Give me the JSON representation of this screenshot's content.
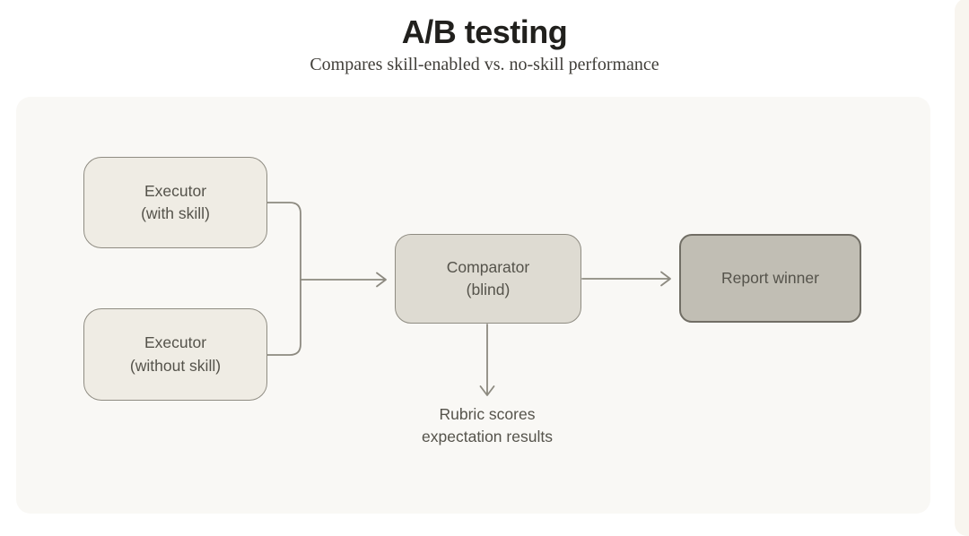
{
  "header": {
    "title": "A/B testing",
    "subtitle": "Compares skill-enabled vs. no-skill performance"
  },
  "diagram": {
    "nodes": {
      "executor_with_skill": {
        "line1": "Executor",
        "line2": "(with skill)"
      },
      "executor_without_skill": {
        "line1": "Executor",
        "line2": "(without skill)"
      },
      "comparator": {
        "line1": "Comparator",
        "line2": "(blind)"
      },
      "report_winner": {
        "label": "Report winner"
      }
    },
    "output": {
      "line1": "Rubric scores",
      "line2": "expectation results"
    }
  },
  "colors": {
    "page_bg": "#FFFFFF",
    "panel_bg": "#F9F8F5",
    "next_card_bg": "#F8F5EF",
    "node_light_bg": "#EFECE4",
    "node_mid_bg": "#DEDBD2",
    "node_dark_bg": "#C1BEB4",
    "node_border": "#8F8C82",
    "node_dark_border": "#716E65",
    "connector": "#8D8A80",
    "node_text": "#55534B",
    "title_text": "#21201D",
    "subtitle_text": "#403E39"
  }
}
